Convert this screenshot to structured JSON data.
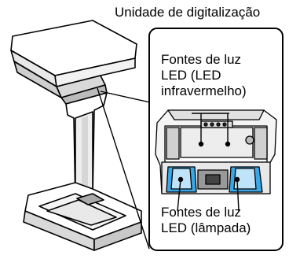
{
  "title": "Unidade de digitalização",
  "callout_upper": {
    "line1": "Fontes de luz",
    "line2": "LED (LED",
    "line3": "infravermelho)"
  },
  "callout_lower": {
    "line1": "Fontes de luz",
    "line2": "LED (lâmpada)"
  },
  "colors": {
    "line": "#000000",
    "body": "#ffffff",
    "shade": "#e6e6e6",
    "dark": "#333333",
    "led": "#3aa7e6",
    "led_light": "#bfe3f8"
  }
}
